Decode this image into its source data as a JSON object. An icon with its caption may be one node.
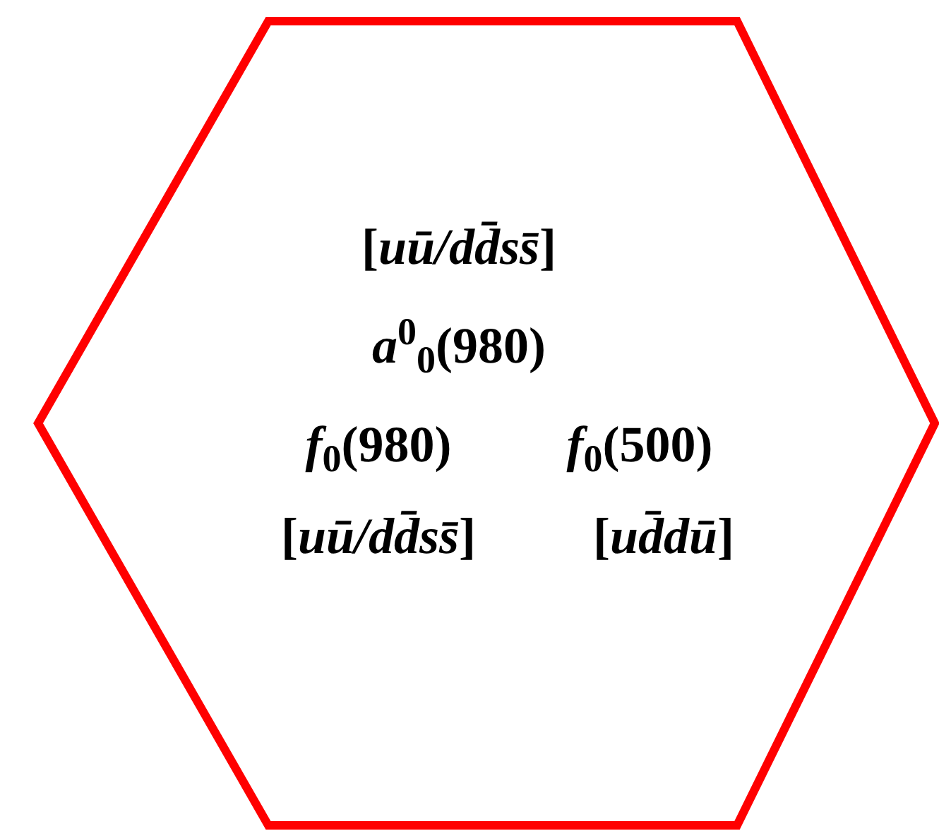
{
  "diagram": {
    "nodes": [
      {
        "text": [
          "[*uū/dd̄ss̄*]",
          "*a*$^{0}$$_{0}$(980)",
          "*f*$_{0}$(980)",
          "*f*$_{0}$(500)",
          "[*uū/dd̄ss̄*]",
          "[*ud̄dū*]"
        ]
      }
    ]
  }
}
